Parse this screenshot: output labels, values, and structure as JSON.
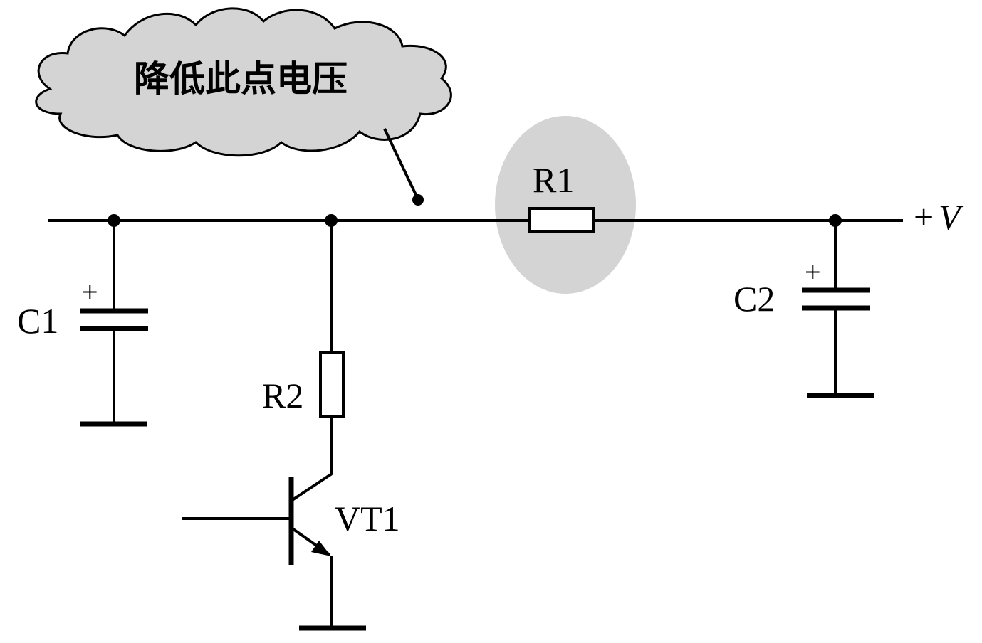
{
  "callout": {
    "text": "降低此点电压"
  },
  "components": {
    "R1": "R1",
    "R2": "R2",
    "C1": "C1",
    "C2": "C2",
    "VT1": "VT1"
  },
  "supply": {
    "plus_sign": "+",
    "symbol": "V"
  },
  "polarity": {
    "c1": "+",
    "c2": "+"
  },
  "colors": {
    "highlight": "#d4d4d4",
    "cloud": "#d4d4d4",
    "ink": "#000000"
  }
}
